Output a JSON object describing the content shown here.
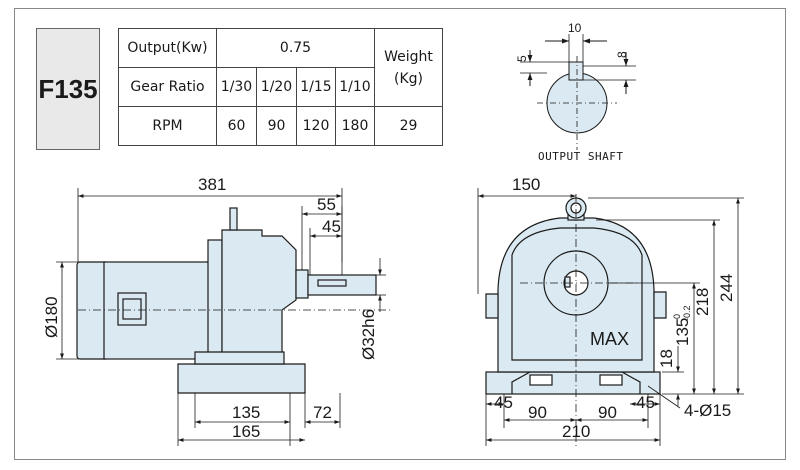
{
  "model": "F135",
  "spec_table": {
    "output_label": "Output(Kw)",
    "output_value": "0.75",
    "gear_ratio_label": "Gear Ratio",
    "gear_ratios": [
      "1/30",
      "1/20",
      "1/15",
      "1/10"
    ],
    "rpm_label": "RPM",
    "rpm_values": [
      "60",
      "90",
      "120",
      "180"
    ],
    "weight_label_line1": "Weight",
    "weight_label_line2": "(Kg)",
    "weight_value": "29"
  },
  "output_shaft": {
    "caption": "OUTPUT SHAFT",
    "dim_width": "10",
    "dim_depth": "5",
    "dim_height": "8"
  },
  "side_view": {
    "dim_overall_length": "381",
    "dim_shaft_55": "55",
    "dim_shaft_45": "45",
    "dim_motor_dia": "Ø180",
    "dim_shaft_dia": "Ø32h6",
    "dim_base_135": "135",
    "dim_base_72": "72",
    "dim_base_165": "165"
  },
  "front_view": {
    "label_max": "MAX",
    "dim_150": "150",
    "dim_244": "244",
    "dim_218": "218",
    "dim_135": "135",
    "dim_135_tol_upper": "0",
    "dim_135_tol_lower": "-0.2",
    "dim_18": "18",
    "dim_45_left": "45",
    "dim_45_right": "45",
    "dim_90_left": "90",
    "dim_90_right": "90",
    "dim_210": "210",
    "dim_holes": "4-Ø15"
  },
  "colors": {
    "body_fill": "#dbeaf2",
    "outline": "#1a1a1a",
    "model_box": "#e9e9ea"
  }
}
